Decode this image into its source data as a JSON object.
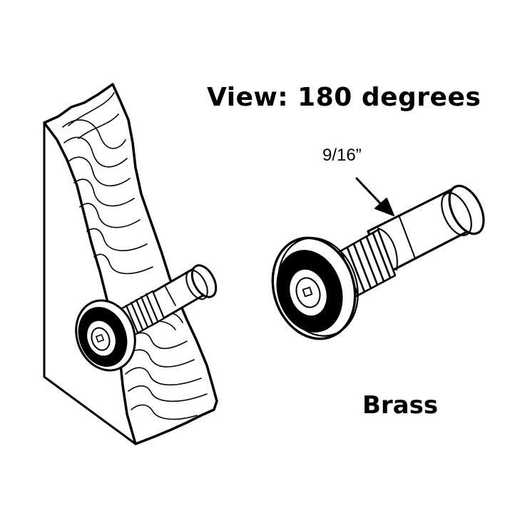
{
  "labels": {
    "view": "View: 180 degrees",
    "size": "9/16”",
    "material": "Brass"
  },
  "colors": {
    "line": "#000000",
    "background": "#ffffff"
  },
  "icons": {
    "installed": "door-viewer-installed-in-wood-illustration",
    "standalone": "door-viewer-illustration",
    "pointer": "arrow-icon"
  }
}
